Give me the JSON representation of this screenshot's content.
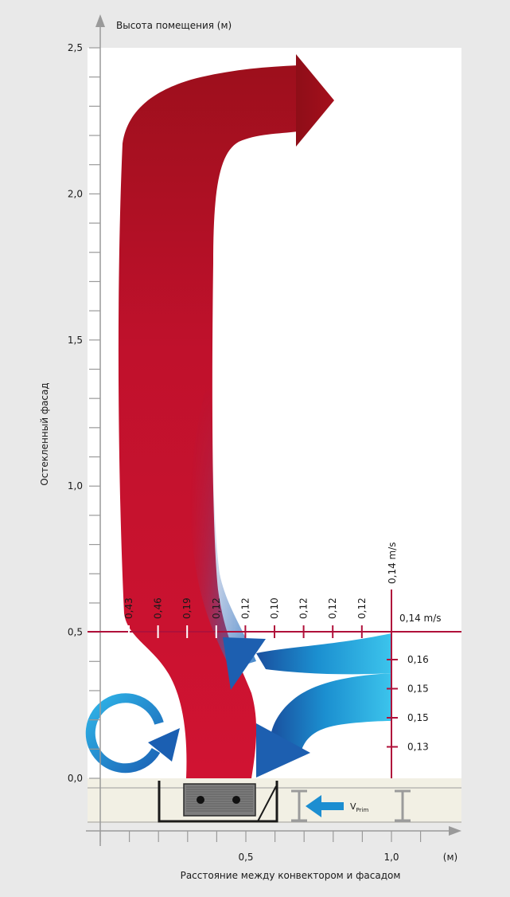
{
  "y_axis": {
    "title": "Высота помещения (м)",
    "ticks": [
      "0,0",
      "0,5",
      "1,0",
      "1,5",
      "2,0",
      "2,5"
    ],
    "values": [
      0.0,
      0.5,
      1.0,
      1.5,
      2.0,
      2.5
    ]
  },
  "x_axis": {
    "title": "Расстояние между конвектором и фасадом",
    "unit": "(м)",
    "ticks": [
      "0,5",
      "1,0"
    ],
    "values": [
      0.5,
      1.0
    ]
  },
  "side_label": "Остекленный фасад",
  "horizontal_velocities": [
    "0,43",
    "0,46",
    "0,19",
    "0,12",
    "0,12",
    "0,10",
    "0,12",
    "0,12",
    "0,12"
  ],
  "corner_velocity_vertical": "0,14 m/s",
  "corner_velocity_horizontal": "0,14 m/s",
  "vertical_velocities": [
    "0,16",
    "0,15",
    "0,15",
    "0,13"
  ],
  "vprim": {
    "main": "V",
    "sub": "Prim"
  },
  "colors": {
    "background": "#e9e9e9",
    "warm_air": "#c8102e",
    "warm_air_dark": "#9b0f1b",
    "cool_air": "#1a9ad6",
    "measure_line": "#b0103a",
    "axis": "#7f7f7f"
  }
}
